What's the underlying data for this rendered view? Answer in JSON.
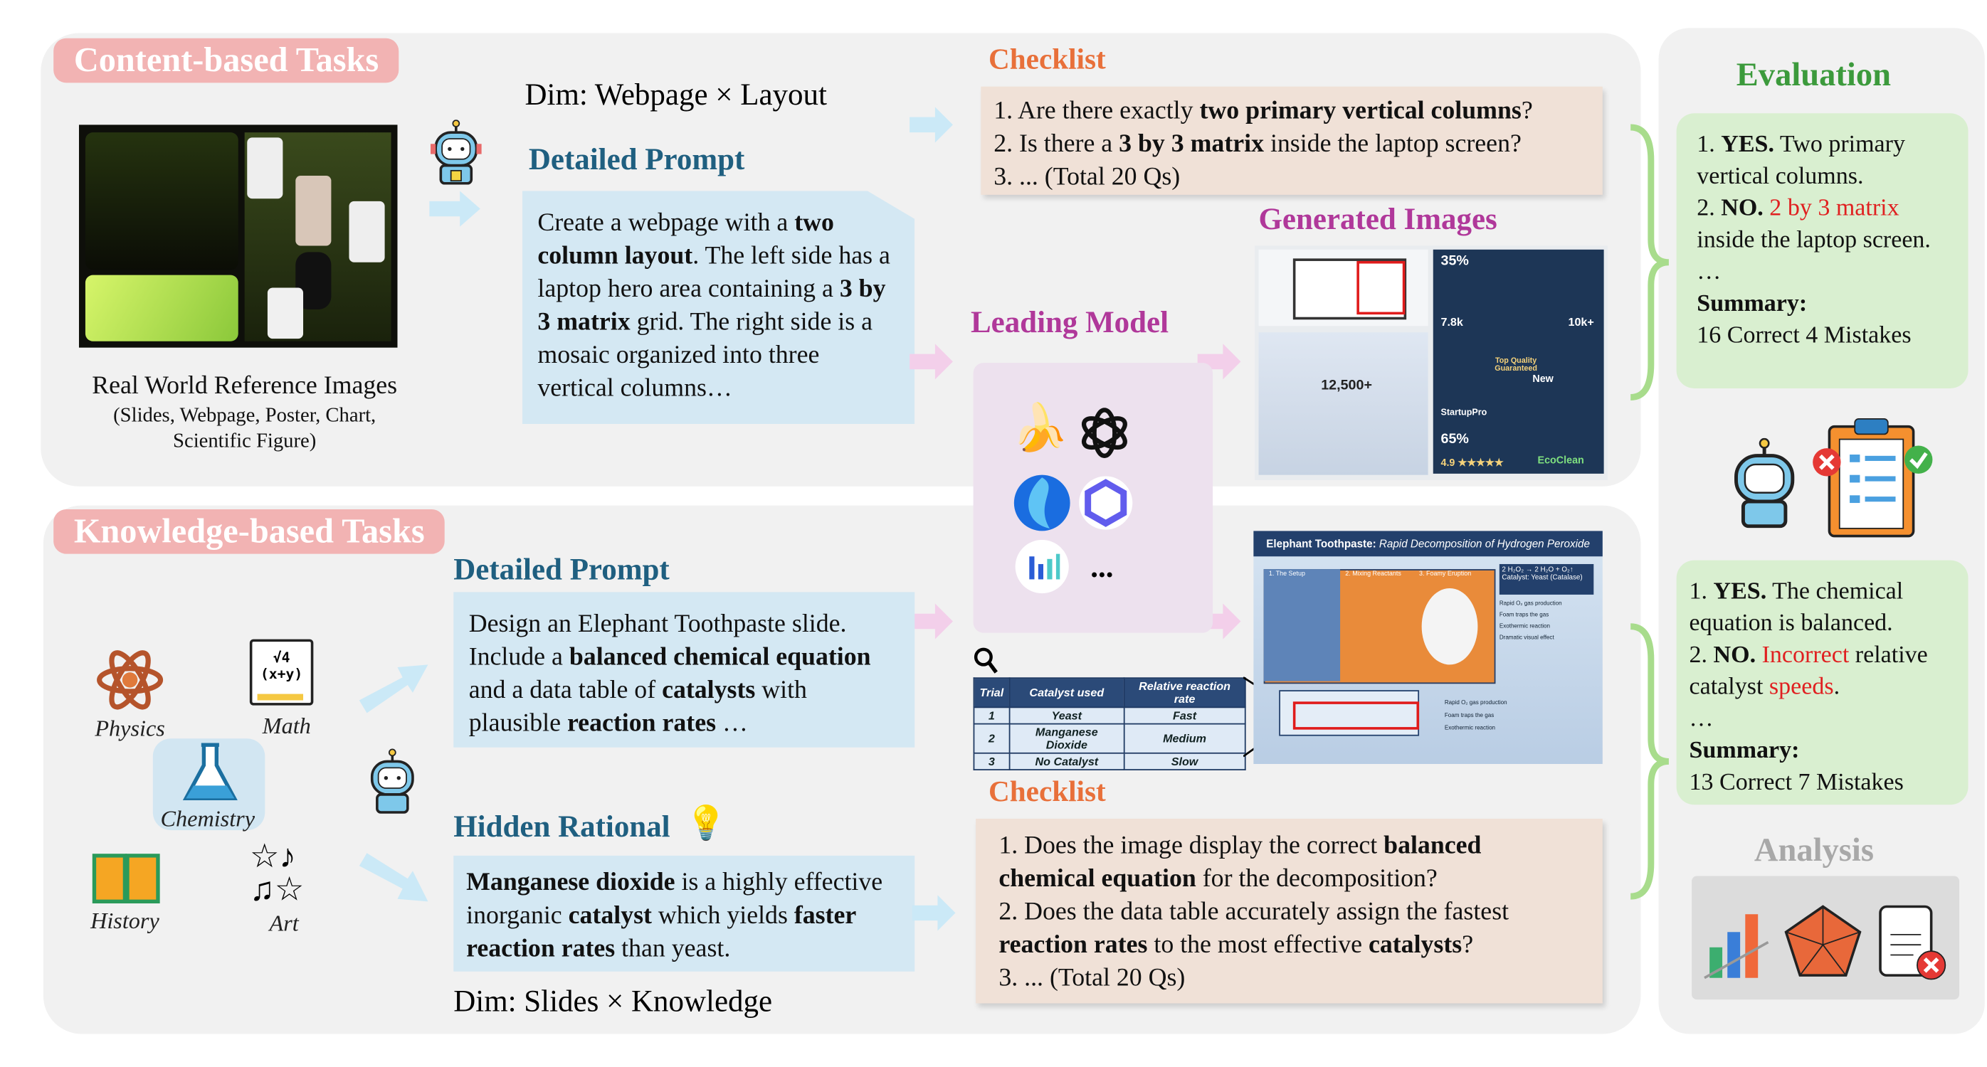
{
  "content_tasks": {
    "title": "Content-based Tasks",
    "reference_caption": "Real World Reference Images",
    "reference_types": "(Slides, Webpage, Poster, Chart,",
    "reference_types2": "Scientific Figure)",
    "dim": "Dim: Webpage × Layout",
    "prompt_heading": "Detailed Prompt",
    "prompt": [
      {
        "t": "Create a webpage with a "
      },
      {
        "t": "two column layout",
        "b": true
      },
      {
        "t": ". The left side has a laptop hero area containing a "
      },
      {
        "t": "3 by 3 matrix",
        "b": true
      },
      {
        "t": " grid. The right side is a mosaic organized into three vertical columns…"
      }
    ],
    "checklist_heading": "Checklist",
    "checklist": [
      [
        {
          "t": "1. Are there exactly "
        },
        {
          "t": "two primary vertical columns",
          "b": true
        },
        {
          "t": "?"
        }
      ],
      [
        {
          "t": "2. Is there a "
        },
        {
          "t": "3 by 3 matrix",
          "b": true
        },
        {
          "t": " inside the laptop screen?"
        }
      ],
      [
        {
          "t": "3. ... (Total 20 Qs)"
        }
      ]
    ],
    "generated_heading": "Generated Images",
    "generated_labels": [
      "35%",
      "7.8k",
      "12,500+",
      "65%",
      "4.9 ★★★★★",
      "10k+",
      "New",
      "Top Quality Guaranteed",
      "StartupPro",
      "EcoClean"
    ]
  },
  "leading_model": {
    "heading": "Leading Model",
    "models": [
      "banana-icon",
      "openai-icon",
      "seedream-icon",
      "qwen-icon",
      "bar-logo-icon"
    ],
    "more": "..."
  },
  "knowledge_tasks": {
    "title": "Knowledge-based Tasks",
    "subjects": [
      "Physics",
      "Math",
      "Chemistry",
      "History",
      "Art"
    ],
    "math_glyph": "√4 (x+y)",
    "prompt_heading": "Detailed Prompt",
    "prompt": [
      {
        "t": "Design an Elephant Toothpaste slide. Include a "
      },
      {
        "t": "balanced chemical equation",
        "b": true
      },
      {
        "t": " and a data table of "
      },
      {
        "t": "catalysts",
        "b": true
      },
      {
        "t": " with plausible "
      },
      {
        "t": "reaction rates",
        "b": true
      },
      {
        "t": " …"
      }
    ],
    "hidden_heading": "Hidden Rational",
    "hidden": [
      {
        "t": "Manganese dioxide",
        "b": true
      },
      {
        "t": " is a highly effective inorganic "
      },
      {
        "t": "catalyst",
        "b": true
      },
      {
        "t": " which yields "
      },
      {
        "t": "faster reaction rates",
        "b": true
      },
      {
        "t": " than yeast."
      }
    ],
    "dim": "Dim: Slides × Knowledge",
    "table": {
      "headers": [
        "Trial",
        "Catalyst used",
        "Relative reaction rate"
      ],
      "rows": [
        [
          "1",
          "Yeast",
          "Fast"
        ],
        [
          "2",
          "Manganese Dioxide",
          "Medium"
        ],
        [
          "3",
          "No Catalyst",
          "Slow"
        ]
      ]
    },
    "slide": {
      "title": "Elephant Toothpaste:",
      "subtitle": "Rapid Decomposition of Hydrogen Peroxide",
      "steps": [
        "1. The Setup",
        "2. Mixing Reactants",
        "3. Foamy Eruption"
      ],
      "equation": "2 H₂O₂ → 2 H₂O + O₂↑",
      "catalyst_note": "Catalyst: Yeast (Catalase)",
      "bullets": [
        "Rapid O₂ gas production",
        "Foam traps the gas",
        "Exothermic reaction",
        "Dramatic visual effect"
      ],
      "bullets2": [
        "Rapid O₂ gas production",
        "Foam traps the gas",
        "Exothermic reaction"
      ]
    },
    "checklist_heading": "Checklist",
    "checklist": [
      [
        {
          "t": "1. Does the image display the correct "
        },
        {
          "t": "balanced chemical equation",
          "b": true
        },
        {
          "t": " for the decomposition?"
        }
      ],
      [
        {
          "t": "2. Does the data table accurately assign the fastest "
        },
        {
          "t": "reaction rates",
          "b": true
        },
        {
          "t": " to the most effective "
        },
        {
          "t": "catalysts",
          "b": true
        },
        {
          "t": "?"
        }
      ],
      [
        {
          "t": "3. ... (Total 20 Qs)"
        }
      ]
    ]
  },
  "evaluation": {
    "heading": "Evaluation",
    "result1": [
      [
        {
          "t": "1. "
        },
        {
          "t": "YES.",
          "b": true
        },
        {
          "t": " Two primary vertical columns."
        }
      ],
      [
        {
          "t": "2. "
        },
        {
          "t": "NO.",
          "b": true
        },
        {
          "t": " "
        },
        {
          "t": "2 by 3 matrix",
          "r": true
        },
        {
          "t": " inside the laptop screen."
        }
      ],
      [
        {
          "t": "…"
        }
      ],
      [
        {
          "t": "Summary:",
          "b": true
        }
      ],
      [
        {
          "t": "16 Correct 4 Mistakes"
        }
      ]
    ],
    "result2": [
      [
        {
          "t": "1. "
        },
        {
          "t": "YES.",
          "b": true
        },
        {
          "t": " The chemical equation is balanced."
        }
      ],
      [
        {
          "t": "2. "
        },
        {
          "t": "NO.",
          "b": true
        },
        {
          "t": " "
        },
        {
          "t": "Incorrect",
          "r": true
        },
        {
          "t": " relative catalyst "
        },
        {
          "t": "speeds",
          "r": true
        },
        {
          "t": "."
        }
      ],
      [
        {
          "t": "…"
        }
      ],
      [
        {
          "t": "Summary:",
          "b": true
        }
      ],
      [
        {
          "t": "13 Correct  7 Mistakes"
        }
      ]
    ],
    "analysis_heading": "Analysis"
  },
  "colors": {
    "pill": "#f2b3b3",
    "prompt_bg": "#d4e8f3",
    "checklist_bg": "#f0e1d7",
    "eval_bg": "#d9efd0",
    "heading_blue": "#1f5f80",
    "checklist_orange": "#e8703a",
    "magenta": "#b0389a",
    "green": "#3c9a3c",
    "mistake_red": "#e02020"
  }
}
